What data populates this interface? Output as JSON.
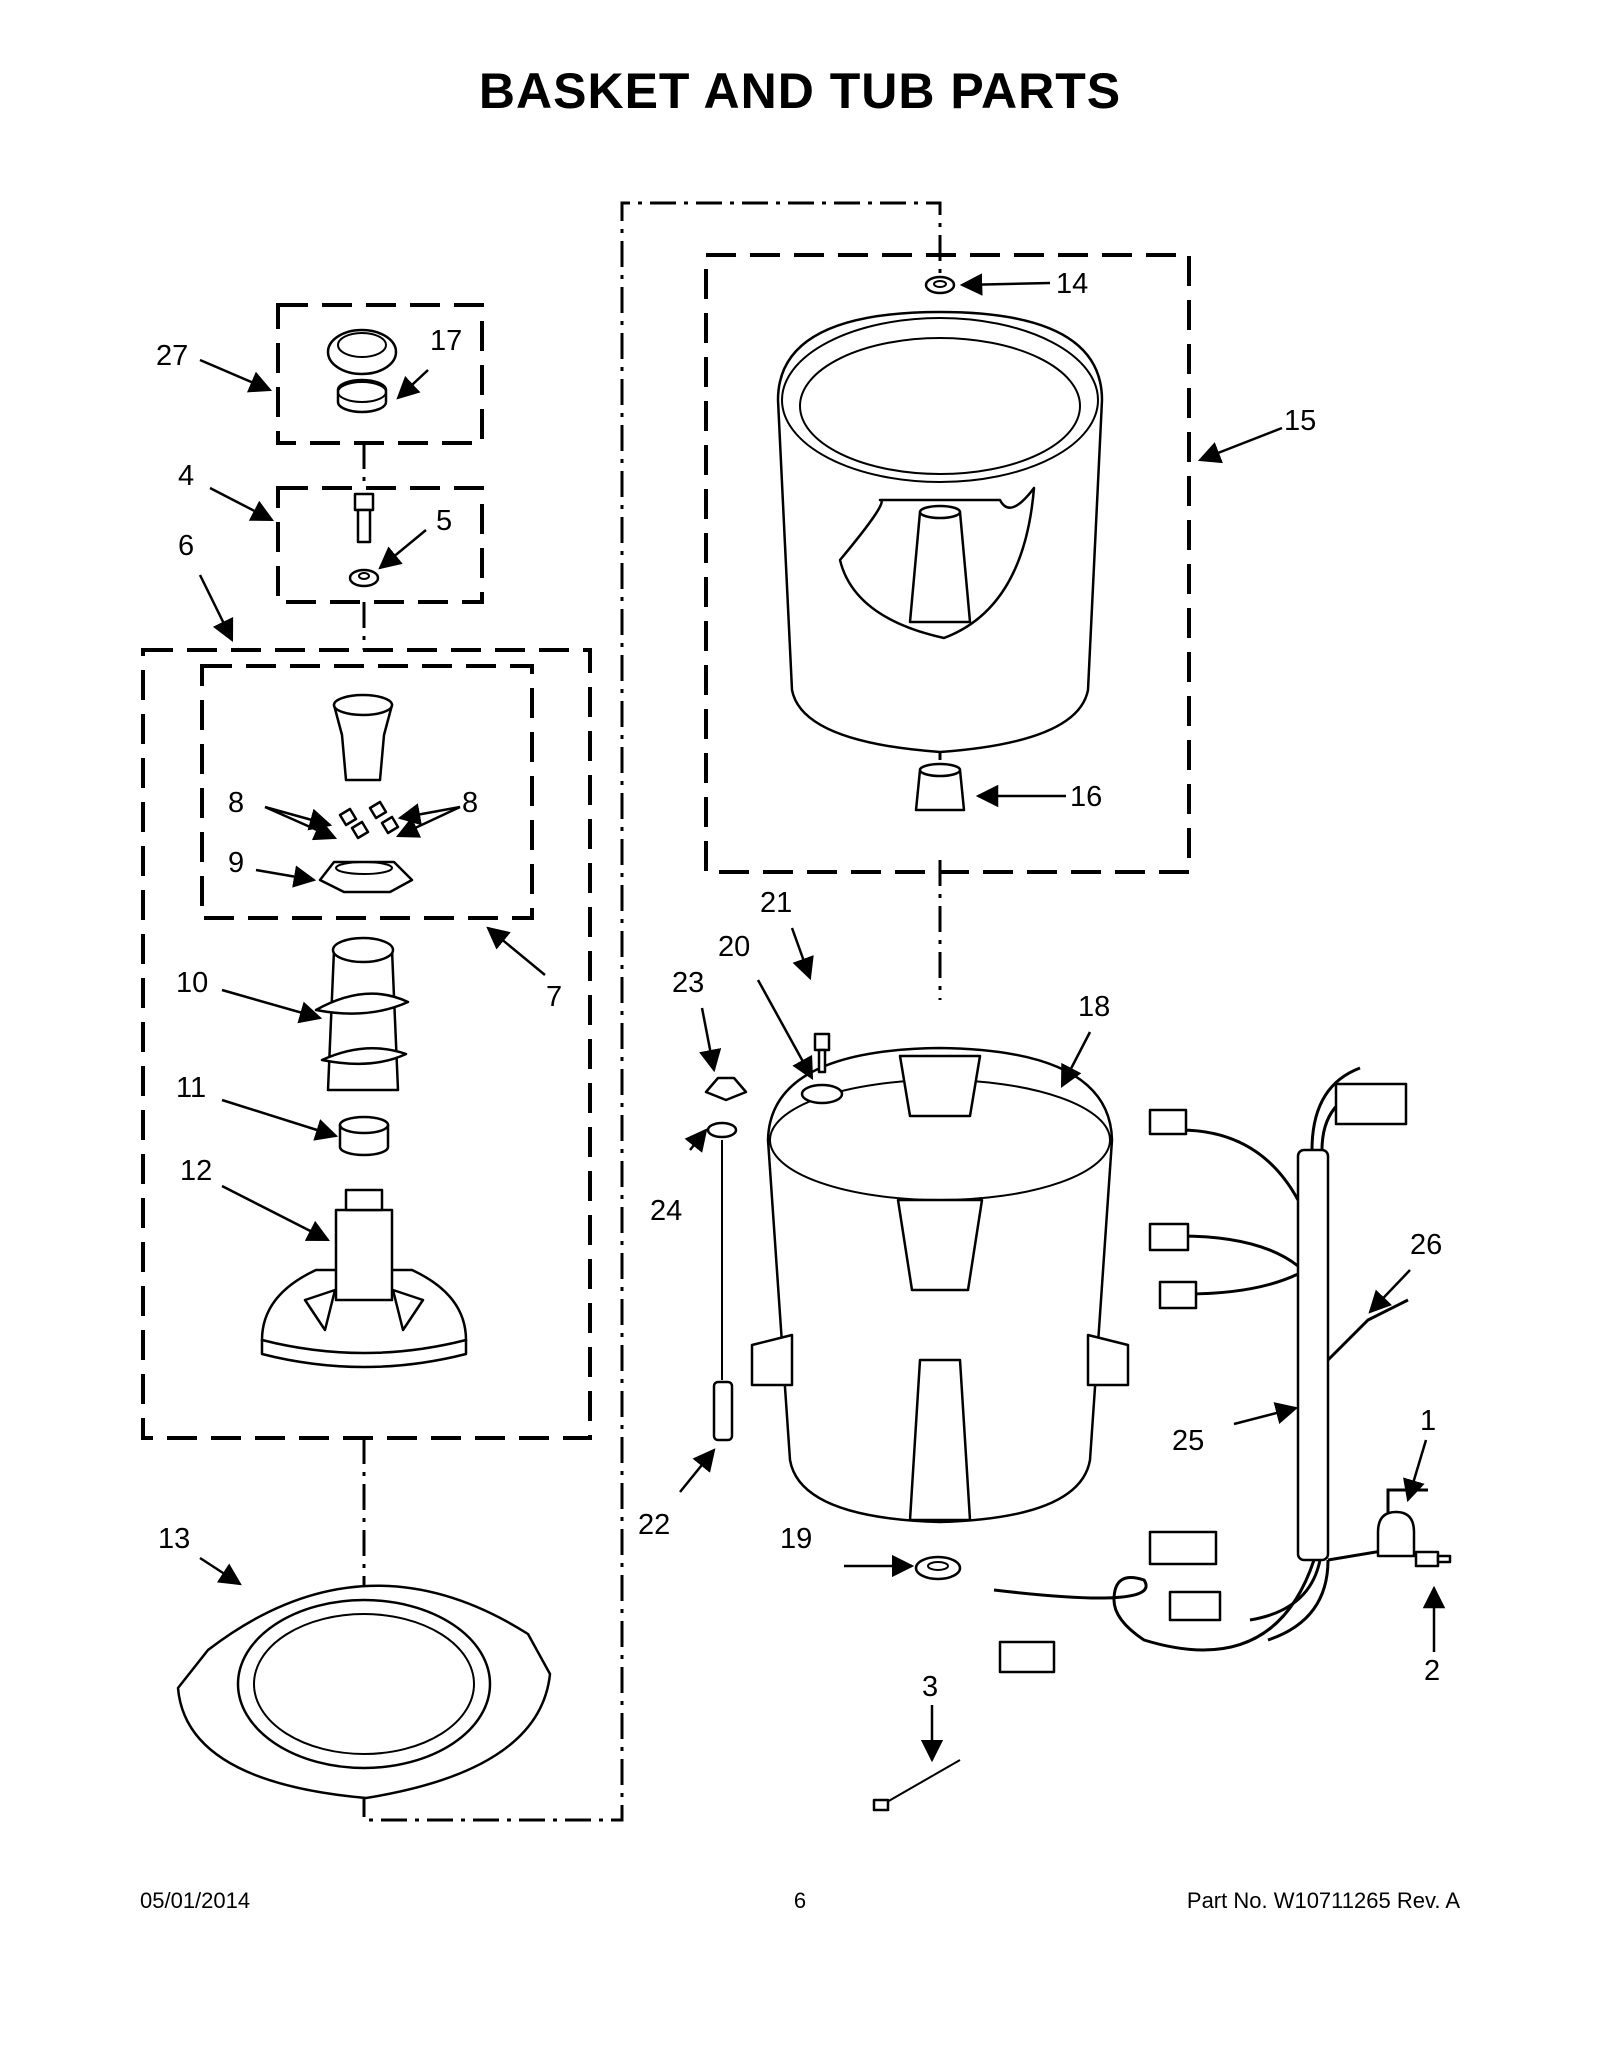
{
  "title": "BASKET AND TUB PARTS",
  "footer": {
    "date": "05/01/2014",
    "page": "6",
    "part_number": "Part No.  W10711265  Rev.  A"
  },
  "callouts": {
    "c1": "1",
    "c2": "2",
    "c3": "3",
    "c4": "4",
    "c5": "5",
    "c6": "6",
    "c7": "7",
    "c8a": "8",
    "c8b": "8",
    "c9": "9",
    "c10": "10",
    "c11": "11",
    "c12": "12",
    "c13": "13",
    "c14": "14",
    "c15": "15",
    "c16": "16",
    "c17": "17",
    "c18": "18",
    "c19": "19",
    "c20": "20",
    "c21": "21",
    "c22": "22",
    "c23": "23",
    "c24": "24",
    "c25": "25",
    "c26": "26",
    "c27": "27"
  }
}
